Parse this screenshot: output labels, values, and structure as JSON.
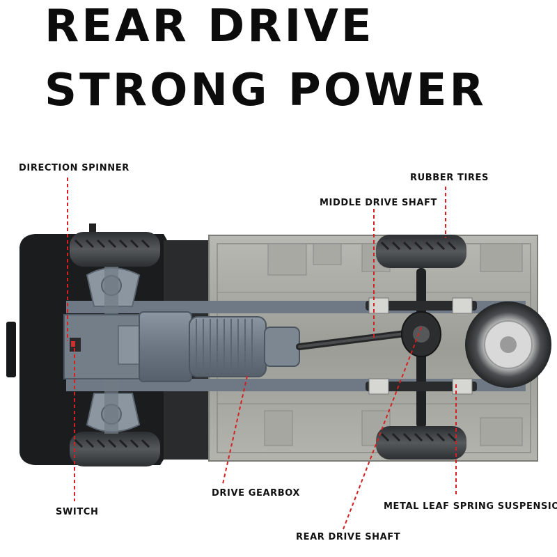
{
  "headline": {
    "line1": "REAR DRIVE",
    "line2": "STRONG POWER"
  },
  "callouts": {
    "direction_spinner": "DIRECTION SPINNER",
    "rubber_tires": "RUBBER TIRES",
    "middle_drive_shaft": "MIDDLE DRIVE SHAFT",
    "drive_gearbox": "DRIVE GEARBOX",
    "switch": "SWITCH",
    "metal_leaf_spring_suspension": "METAL LEAF SPRING SUSPENSION",
    "rear_drive_shaft": "REAR DRIVE SHAFT"
  },
  "colors": {
    "leader_line": "#d42020",
    "headline_text": "#0c0c0c",
    "chassis_gray": "#8e8f8a",
    "gearbox_blue_gray": "#6f7a86",
    "tire_dark": "#3a3d3f"
  }
}
